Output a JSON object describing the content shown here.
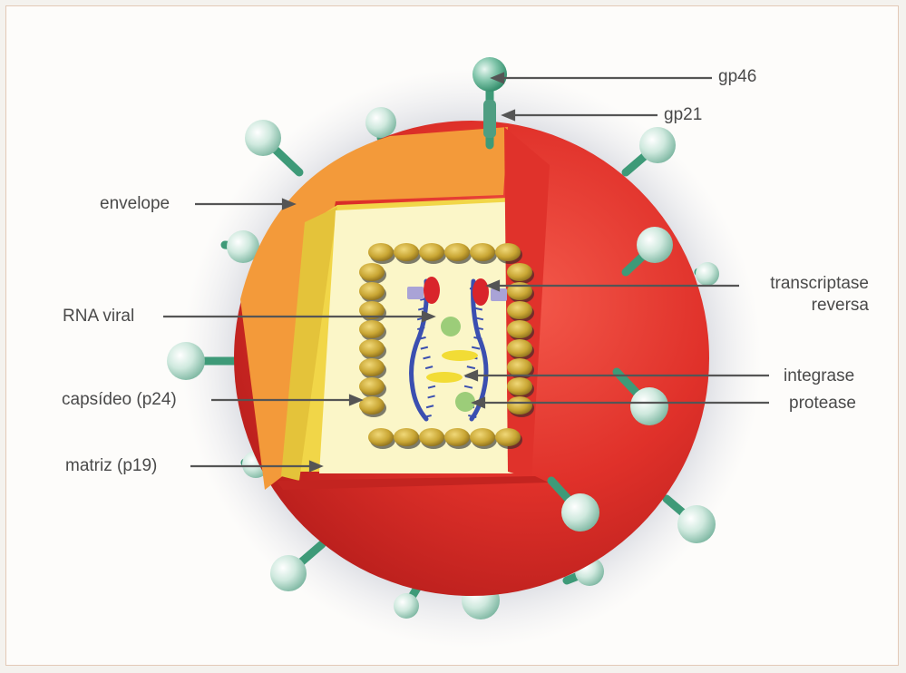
{
  "labels": {
    "gp46": "gp46",
    "gp21": "gp21",
    "envelope": "envelope",
    "rna_viral": "RNA viral",
    "capsideo": "capsídeo (p24)",
    "matriz": "matriz (p19)",
    "transcriptase_line1": "transcriptase",
    "transcriptase_line2": "reversa",
    "integrase": "integrase",
    "protease": "protease"
  },
  "colors": {
    "envelope": "#e0312a",
    "matrix_outer": "#f4a23c",
    "matrix_inner": "#f2d84a",
    "core_bg": "#fbf6c8",
    "capsid": "#c9a634",
    "rna": "#3b4fb0",
    "enzyme_red": "#d9252b",
    "enzyme_lilac": "#a9a3d6",
    "protease": "#9ccd79",
    "integrase": "#f2dc35",
    "spike": "#5fa98c",
    "spike_head": "#c8e6da"
  }
}
